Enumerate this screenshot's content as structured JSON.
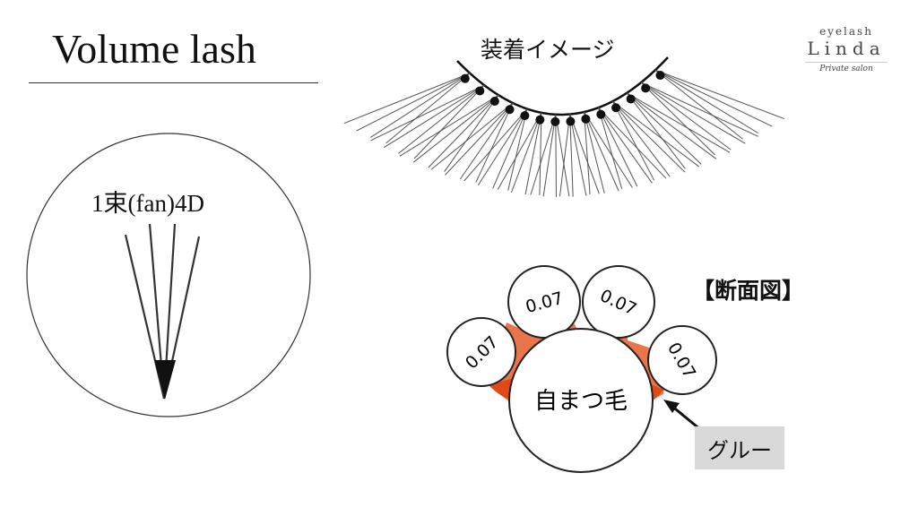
{
  "title": "Volume lash",
  "fan": {
    "label": "1束(fan)4D",
    "count": 4
  },
  "wear": {
    "label": "装着イメージ"
  },
  "cross_section": {
    "title": "【断面図】",
    "natural_lash": "自まつ毛",
    "extensions": [
      "0.07",
      "0.07",
      "0.07",
      "0.07"
    ],
    "glue_label": "グルー",
    "glue_color": "#e8764a"
  },
  "logo": {
    "top": "eyelash",
    "name": "Linda",
    "sub": "Private salon"
  }
}
